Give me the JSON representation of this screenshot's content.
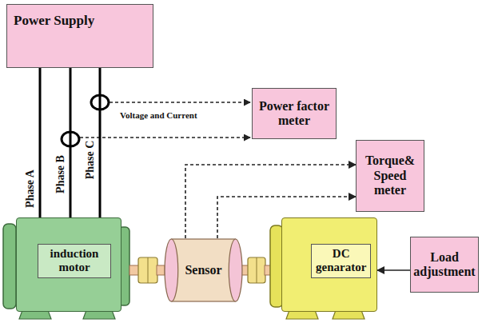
{
  "diagram": {
    "nodes": [
      {
        "text": [
          "Power Supply"
        ]
      },
      {
        "text": [
          "Power factor meter"
        ]
      },
      {
        "text": [
          "Torque& Speed meter"
        ]
      },
      {
        "text": [
          "induction motor"
        ]
      },
      {
        "text": [
          "Sensor"
        ]
      },
      {
        "text": [
          "DC genarator"
        ]
      },
      {
        "text": [
          "Load adjustment"
        ]
      }
    ],
    "edges": [
      {
        "from": 0,
        "to": 3,
        "arrow": "none",
        "label": "Phase A"
      },
      {
        "from": 0,
        "to": 3,
        "arrow": "none",
        "label": "Phase B"
      },
      {
        "from": 0,
        "to": 3,
        "arrow": "none",
        "label": "Phase C"
      },
      {
        "from": 4,
        "to": 2,
        "arrow": "to"
      },
      {
        "from": 4,
        "to": 2,
        "arrow": "to"
      },
      {
        "from": 6,
        "to": 5,
        "arrow": "to"
      }
    ],
    "labels": [
      "Voltage and Current"
    ]
  }
}
